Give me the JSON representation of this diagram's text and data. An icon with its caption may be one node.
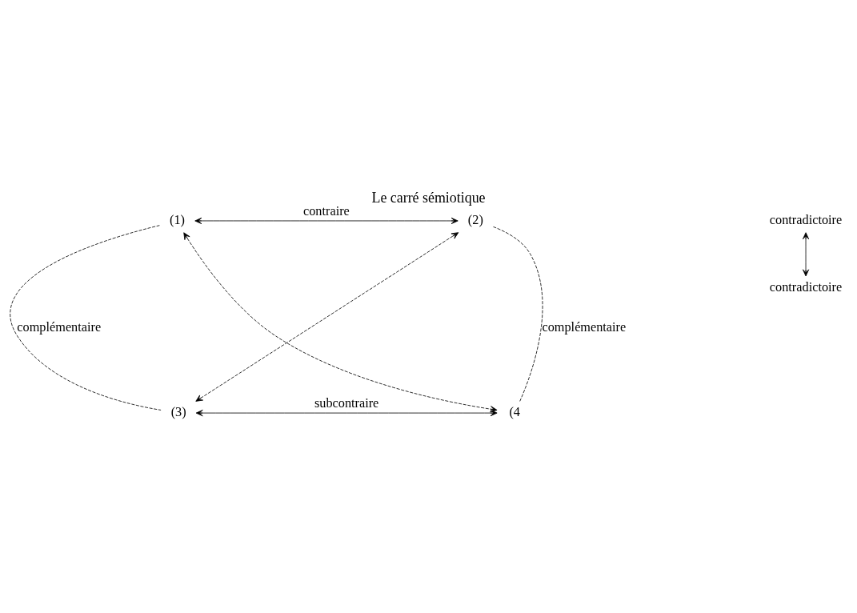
{
  "diagram": {
    "title": "Le carré sémiotique",
    "nodes": [
      {
        "text": [
          "(1)"
        ]
      },
      {
        "text": [
          "(2)"
        ]
      },
      {
        "text": [
          "(3)"
        ]
      },
      {
        "text": [
          "(4"
        ]
      },
      {
        "text": [
          "contradictoire"
        ]
      },
      {
        "text": [
          "contradictoire"
        ]
      }
    ],
    "edges": [
      {
        "from": 0,
        "to": 1,
        "arrow": "both",
        "label": "contraire"
      },
      {
        "from": 0,
        "to": 2,
        "arrow": "none",
        "style": "dashed",
        "label": "complémentaire"
      },
      {
        "from": 1,
        "to": 3,
        "arrow": "none",
        "style": "dashed",
        "label": "complémentaire"
      },
      {
        "from": 0,
        "to": 3,
        "arrow": "both",
        "style": "dashed"
      },
      {
        "from": 1,
        "to": 2,
        "arrow": "both",
        "style": "dashed"
      },
      {
        "from": 4,
        "to": 5,
        "arrow": "both"
      },
      {
        "from": 2,
        "to": 3,
        "arrow": "both",
        "label": "subcontraire"
      }
    ]
  }
}
